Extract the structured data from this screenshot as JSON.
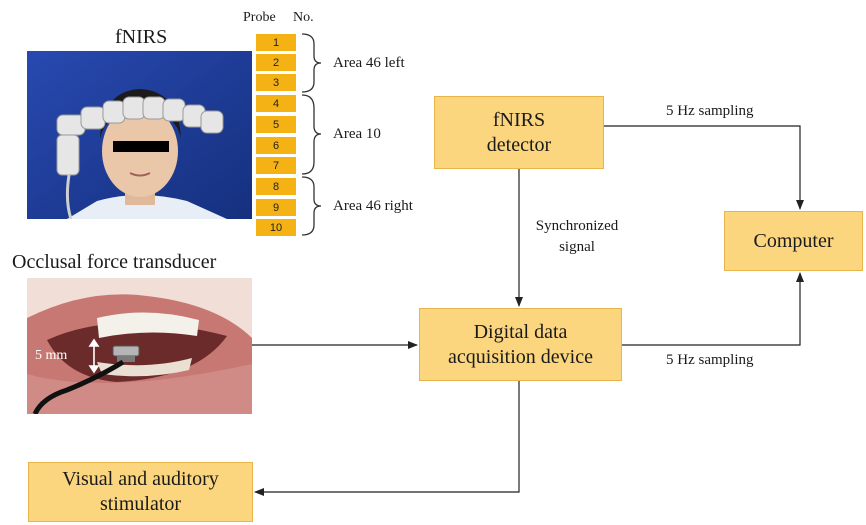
{
  "fnirs_photo": {
    "title": "fNIRS"
  },
  "probe_table": {
    "header_probe": "Probe",
    "header_no": "No.",
    "probes": [
      "1",
      "2",
      "3",
      "4",
      "5",
      "6",
      "7",
      "8",
      "9",
      "10"
    ],
    "areas": [
      "Area 46 left",
      "Area 10",
      "Area 46 right"
    ]
  },
  "transducer_photo": {
    "title": "Occlusal force transducer",
    "measurement": "5 mm"
  },
  "boxes": {
    "fnirs_detector": [
      "fNIRS",
      "detector"
    ],
    "computer": "Computer",
    "daq_device": [
      "Digital data",
      "acquisition device"
    ],
    "stimulator": [
      "Visual and auditory",
      "stimulator"
    ]
  },
  "edge_labels": {
    "sampling_top": "5 Hz  sampling",
    "sampling_bottom": "5 Hz  sampling",
    "sync_signal": [
      "Synchronized",
      "signal"
    ]
  },
  "colors": {
    "box_fill": "#fbd67e",
    "box_border": "#e8b54a",
    "probe_fill": "#f5b214",
    "photo_bg": "#1d3a96"
  }
}
